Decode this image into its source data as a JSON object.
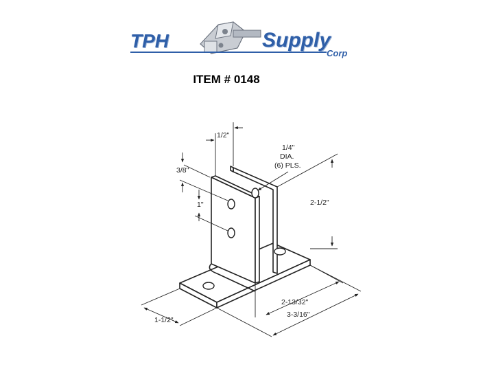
{
  "logo": {
    "word_left": "TPH",
    "word_right": "Supply",
    "word_sub": "Corp",
    "brand_color": "#2f5fa8",
    "icon": "bracket-logo-icon"
  },
  "item_title": "ITEM # 0148",
  "dimensions": {
    "top_offset": "1/2\"",
    "edge_to_hole": "3/8\"",
    "hole_spacing": "1\"",
    "hole_dia_line1": "1/4\"",
    "hole_dia_line2": "DIA.",
    "hole_dia_line3": "(6) PLS.",
    "height": "2-1/2\"",
    "inner_length": "2-13/32\"",
    "overall_length": "3-3/16\"",
    "base_width": "1-1/2\""
  }
}
